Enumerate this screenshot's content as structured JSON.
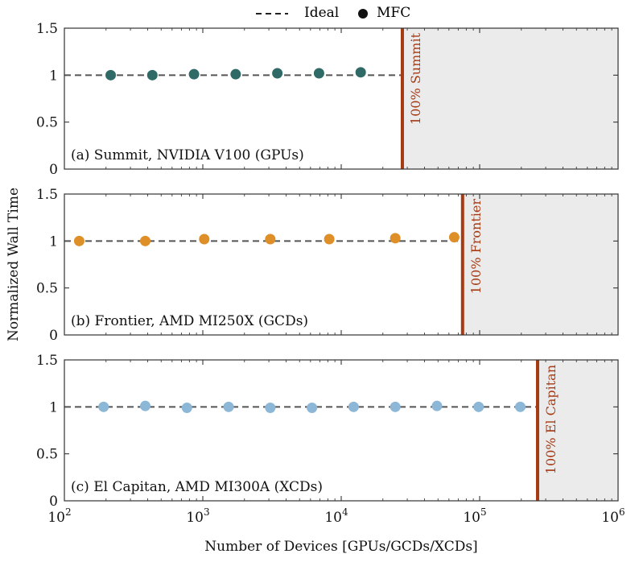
{
  "legend": {
    "ideal_label": "Ideal",
    "mfc_label": "MFC"
  },
  "xlabel": "Number of Devices [GPUs/GCDs/XCDs]",
  "ylabel": "Normalized Wall Time",
  "colors": {
    "summit": "#2f6a66",
    "frontier": "#de8f28",
    "elcapitan": "#8cb7d7",
    "limit_line": "#a63a14",
    "shaded": "#ebebeb",
    "ideal_line": "#555555"
  },
  "chart_data": [
    {
      "type": "scatter",
      "label": "(a) Summit, NVIDIA V100 (GPUs)",
      "x": [
        216,
        432,
        864,
        1728,
        3456,
        6912,
        13824
      ],
      "y": [
        1.0,
        1.0,
        1.01,
        1.01,
        1.02,
        1.02,
        1.03
      ],
      "xscale": "log",
      "xlim": [
        100,
        1000000
      ],
      "ylim": [
        0,
        1.5
      ],
      "yticks": [
        "0",
        "0.5",
        "1",
        "1.5"
      ],
      "ideal": 1,
      "limit": {
        "x": 27648,
        "label": "100% Summit"
      }
    },
    {
      "type": "scatter",
      "label": "(b) Frontier, AMD MI250X (GCDs)",
      "x": [
        128,
        384,
        1024,
        3072,
        8192,
        24576,
        65536
      ],
      "y": [
        1.0,
        1.0,
        1.02,
        1.02,
        1.02,
        1.03,
        1.04
      ],
      "xscale": "log",
      "xlim": [
        100,
        1000000
      ],
      "ylim": [
        0,
        1.5
      ],
      "yticks": [
        "0",
        "0.5",
        "1",
        "1.5"
      ],
      "ideal": 1,
      "limit": {
        "x": 75264,
        "label": "100% Frontier"
      }
    },
    {
      "type": "scatter",
      "label": "(c) El Capitan, AMD MI300A (XCDs)",
      "x": [
        192,
        384,
        768,
        1536,
        3072,
        6144,
        12288,
        24576,
        49152,
        98304,
        196608
      ],
      "y": [
        1.0,
        1.01,
        0.99,
        1.0,
        0.99,
        0.99,
        1.0,
        1.0,
        1.01,
        1.0,
        1.0
      ],
      "xscale": "log",
      "xlim": [
        100,
        1000000
      ],
      "ylim": [
        0,
        1.5
      ],
      "yticks": [
        "0",
        "0.5",
        "1",
        "1.5"
      ],
      "ideal": 1,
      "limit": {
        "x": 262144,
        "label": "100% El Capitan"
      }
    }
  ]
}
